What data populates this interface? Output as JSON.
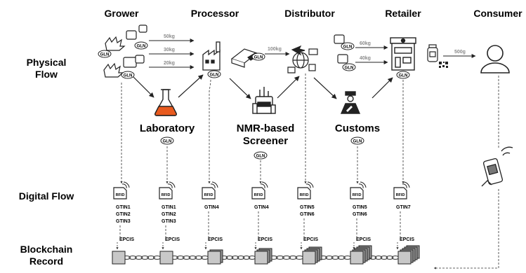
{
  "actors": {
    "grower": "Grower",
    "processor": "Processor",
    "distributor": "Distributor",
    "retailer": "Retailer",
    "consumer": "Consumer"
  },
  "rows": {
    "physical": [
      "Physical",
      "Flow"
    ],
    "digital": "Digital Flow",
    "blockchain": [
      "Blockchain",
      "Record"
    ]
  },
  "intermediaries": {
    "laboratory": "Laboratory",
    "nmr": [
      "NMR-based",
      "Screener"
    ],
    "customs": "Customs"
  },
  "gln_label": "GLN",
  "rfid_label": "RFID",
  "quantities": {
    "g1": "50kg",
    "g2": "30kg",
    "g3": "20kg",
    "proc_dist": "100kg",
    "d1": "60kg",
    "d2": "40kg",
    "retail_consumer": "500g"
  },
  "tags": [
    {
      "gtins": [
        "GTIN1",
        "GTIN2",
        "GTIN3"
      ]
    },
    {
      "gtins": [
        "GTIN1",
        "GTIN2",
        "GTIN3"
      ]
    },
    {
      "gtins": [
        "GTIN4"
      ]
    },
    {
      "gtins": [
        "GTIN4"
      ]
    },
    {
      "gtins": [
        "GTIN5",
        "GTIN6"
      ]
    },
    {
      "gtins": [
        "GTIN5",
        "GTIN6"
      ]
    },
    {
      "gtins": [
        "GTIN7"
      ]
    }
  ],
  "epcis_label": "EPCIS",
  "colors": {
    "stroke": "#222222",
    "block_fill": "#c8c8c8",
    "block_fill_dark": "#9a9a9a",
    "flask_fill": "#e85a1e",
    "qty_text": "#8a8a8a"
  }
}
